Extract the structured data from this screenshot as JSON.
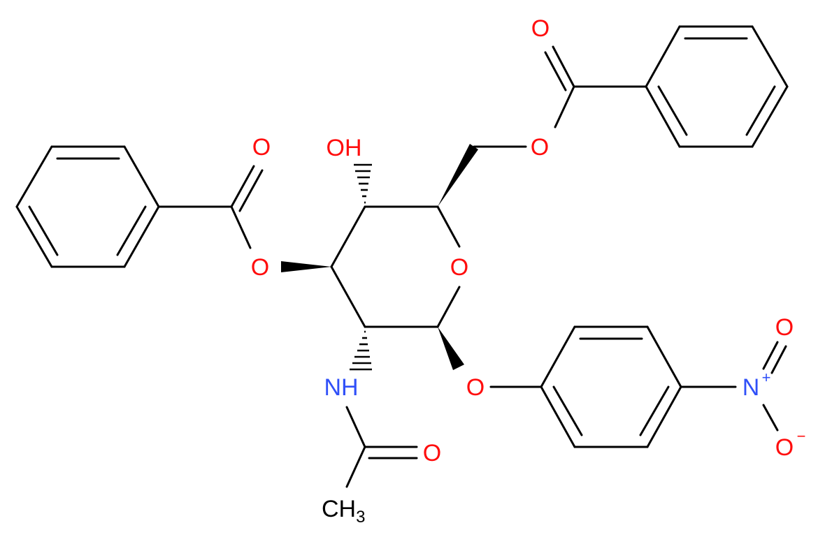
{
  "colors": {
    "bond": "#000000",
    "oxygen": "#ff0d0d",
    "nitrogen": "#3050f8",
    "carbon": "#000000",
    "background": "#ffffff"
  },
  "atoms": {
    "ring_oxygen": "O",
    "hydroxyl": "OH",
    "ester_oxygen_c3": "O",
    "carbonyl_oxygen_c3": "O",
    "ester_oxygen_c6": "O",
    "carbonyl_oxygen_c6": "O",
    "glycosidic_oxygen": "O",
    "amide_nitrogen": "NH",
    "amide_carbonyl_oxygen": "O",
    "methyl": "CH",
    "methyl_subscript": "3",
    "nitro_nitrogen": "N",
    "nitro_nitrogen_charge": "+",
    "nitro_oxygen_top": "O",
    "nitro_oxygen_bottom": "O",
    "nitro_oxygen_charge": "−"
  }
}
